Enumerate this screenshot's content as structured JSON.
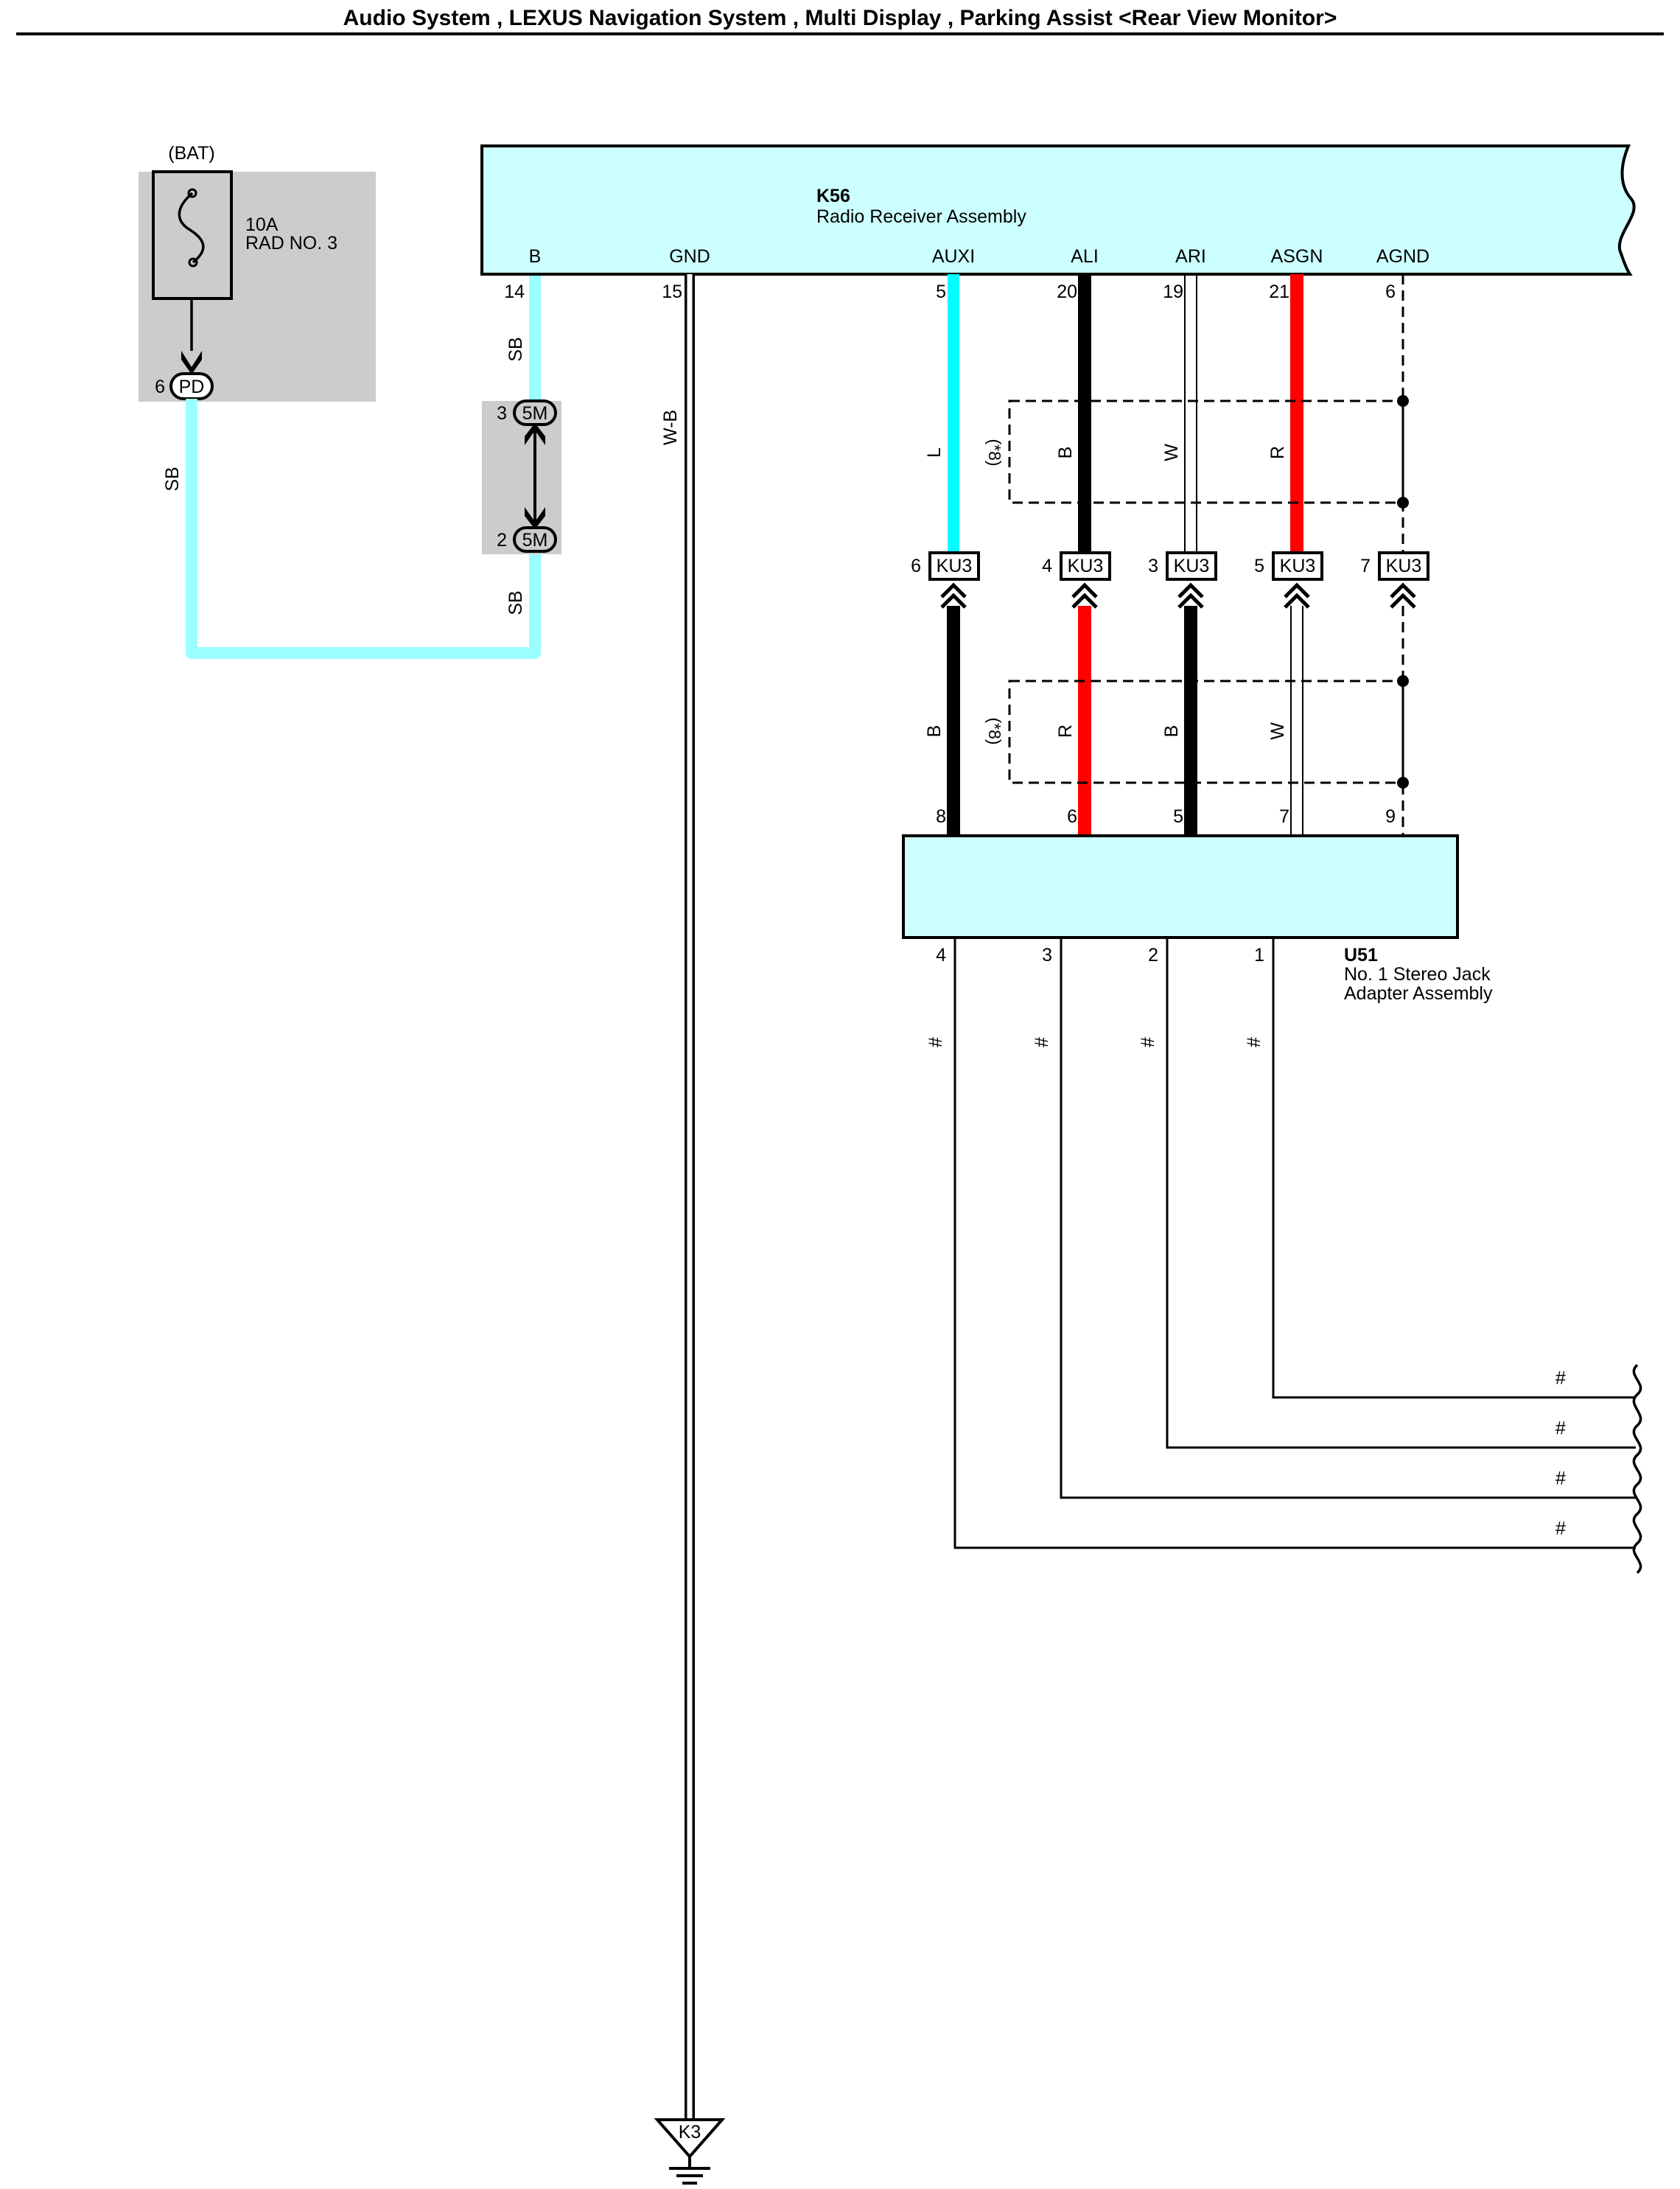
{
  "title": "Audio System , LEXUS Navigation System , Multi Display , Parking Assist <Rear View Monitor>",
  "fuse": {
    "source": "(BAT)",
    "rating": "10A",
    "name": "RAD NO. 3",
    "connector": "PD",
    "pin": "6"
  },
  "junction": {
    "connector": "5M",
    "pin_top": "3",
    "pin_bottom": "2"
  },
  "wires": {
    "sb": "SB",
    "wb": "W-B",
    "l": "L",
    "b": "B",
    "w": "W",
    "r": "R",
    "shield": "(*8)",
    "hash": "#"
  },
  "colors": {
    "box_fill": "#ccffff",
    "gray_box": "#cccccc",
    "sky_blue": "#99ffff",
    "light_blue": "#00ffff",
    "red": "#ff0000",
    "black": "#000000"
  },
  "k56": {
    "id": "K56",
    "name": "Radio Receiver Assembly",
    "pins": [
      {
        "label": "B",
        "num": "14"
      },
      {
        "label": "GND",
        "num": "15"
      },
      {
        "label": "AUXI",
        "num": "5"
      },
      {
        "label": "ALI",
        "num": "20"
      },
      {
        "label": "ARI",
        "num": "19"
      },
      {
        "label": "ASGN",
        "num": "21"
      },
      {
        "label": "AGND",
        "num": "6"
      }
    ]
  },
  "ku3": {
    "name": "KU3",
    "pins": [
      "6",
      "4",
      "3",
      "5",
      "7"
    ]
  },
  "u51": {
    "id": "U51",
    "name_line1": "No. 1 Stereo Jack",
    "name_line2": "Adapter Assembly",
    "top_pins": [
      "8",
      "6",
      "5",
      "7",
      "9"
    ],
    "bottom_pins": [
      "4",
      "3",
      "2",
      "1"
    ]
  },
  "ground": {
    "name": "K3"
  }
}
